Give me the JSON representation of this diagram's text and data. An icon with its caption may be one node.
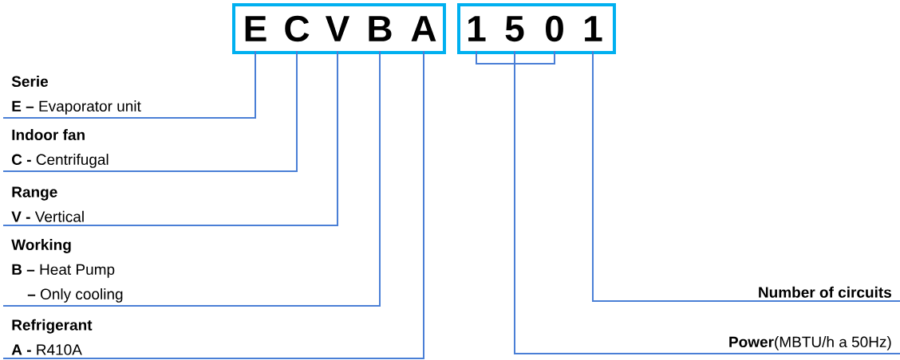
{
  "diagram": {
    "nodes": [
      {
        "text": [],
        "shape": "box"
      },
      {
        "text": [
          "E"
        ],
        "in": 0
      },
      {
        "text": [
          "C"
        ],
        "in": 0
      },
      {
        "text": [
          "V"
        ],
        "in": 0
      },
      {
        "text": [
          "B"
        ],
        "in": 0
      },
      {
        "text": [
          "A"
        ],
        "in": 0
      },
      {
        "text": [],
        "shape": "box"
      },
      {
        "text": [
          "1"
        ],
        "in": 6
      },
      {
        "text": [
          "5"
        ],
        "in": 6
      },
      {
        "text": [
          "0"
        ],
        "in": 6
      },
      {
        "text": [
          "1"
        ],
        "in": 6
      },
      {
        "text": [
          "Serie",
          "**E –** Evaporator unit"
        ]
      },
      {
        "text": [
          "Indoor fan",
          "**C -** Centrifugal"
        ]
      },
      {
        "text": [
          "Range",
          "**V -** Vertical"
        ]
      },
      {
        "text": [
          "Working",
          "**B –** Heat Pump",
          "**–** Only cooling"
        ]
      },
      {
        "text": [
          "Refrigerant",
          "**A -** R410A"
        ]
      },
      {
        "text": [
          "Number of circuits"
        ]
      },
      {
        "text": [
          "**Power**(MBTU/h a 50Hz)"
        ]
      }
    ],
    "edges": [
      {
        "from": 1,
        "to": 11,
        "arrow": "none"
      },
      {
        "from": 2,
        "to": 12,
        "arrow": "none"
      },
      {
        "from": 3,
        "to": 13,
        "arrow": "none"
      },
      {
        "from": 4,
        "to": 14,
        "arrow": "none"
      },
      {
        "from": 5,
        "to": 15,
        "arrow": "none"
      },
      {
        "from": 10,
        "to": 16,
        "arrow": "none"
      },
      {
        "from": 7,
        "to": 17,
        "arrow": "none"
      },
      {
        "from": 8,
        "to": 17,
        "arrow": "none"
      },
      {
        "from": 9,
        "to": 17,
        "arrow": "none"
      }
    ]
  }
}
